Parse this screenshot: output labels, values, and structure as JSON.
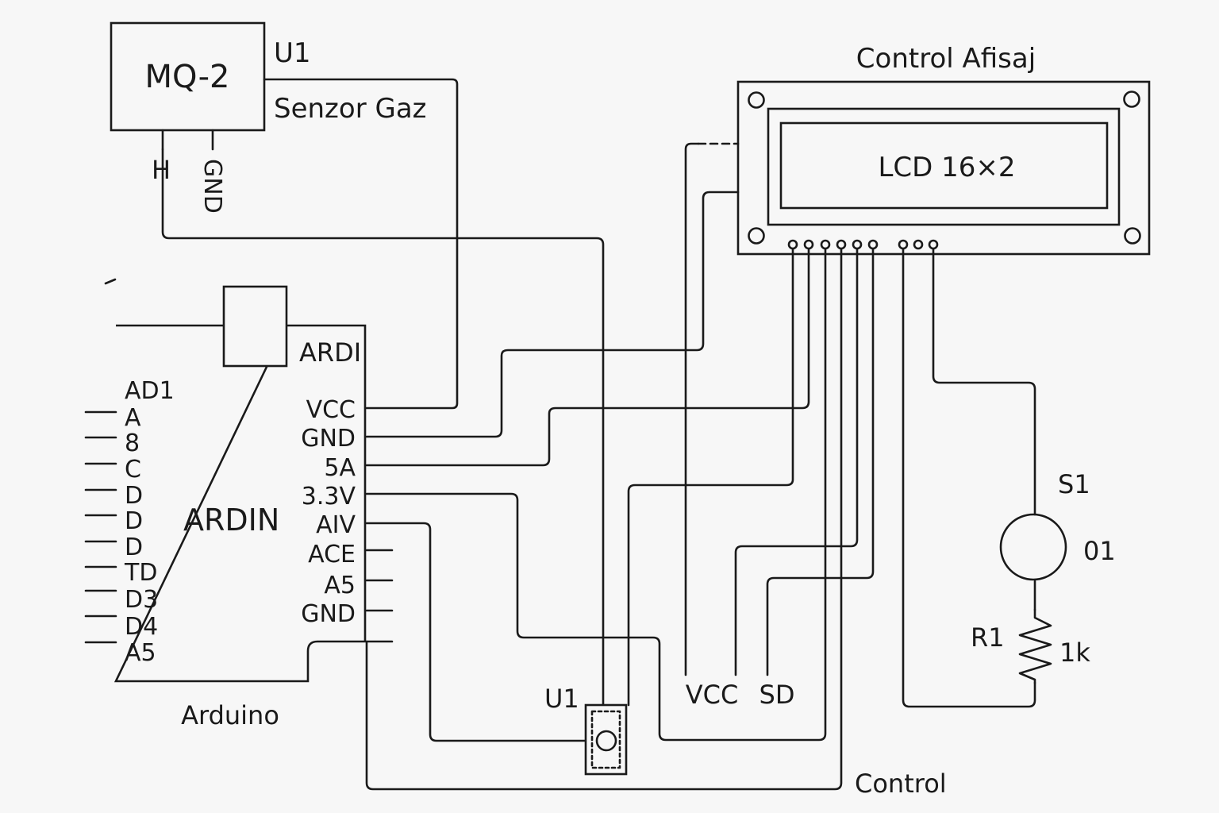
{
  "sensor": {
    "module": "MQ-2",
    "designator": "U1",
    "name": "Senzor Gaz",
    "pins": [
      "H",
      "GND"
    ]
  },
  "display": {
    "title": "Control Afisaj",
    "module": "LCD 16×2"
  },
  "arduino": {
    "header": "ARDI",
    "center": "ARDIN",
    "caption": "Arduino",
    "right_pins": [
      "VCC",
      "GND",
      "5A",
      "3.3V",
      "AIV",
      "ACE",
      "A5",
      "GND"
    ],
    "left_pins": [
      "AD1",
      "A",
      "8",
      "C",
      "D",
      "D",
      "D",
      "TD",
      "D3",
      "D4",
      "A5"
    ]
  },
  "button": {
    "designator": "U1"
  },
  "rail_labels": [
    "VCC",
    "SD"
  ],
  "switch": {
    "designator": "S1",
    "value": "01"
  },
  "resistor": {
    "designator": "R1",
    "value": "1k"
  },
  "footer": {
    "label": "Control"
  },
  "colors": {
    "ink": "#1a1a1a",
    "paper": "#f7f7f7"
  }
}
